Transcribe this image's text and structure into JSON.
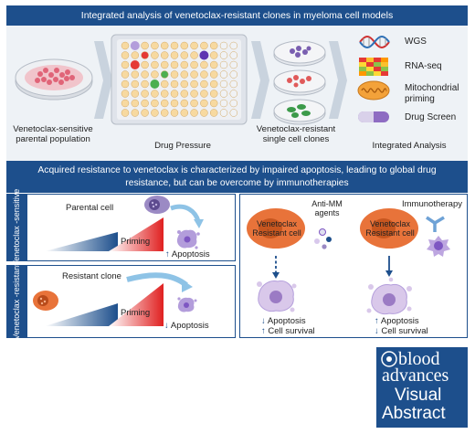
{
  "header": {
    "title": "Integrated analysis of venetoclax-resistant clones in myeloma cell models"
  },
  "workflow": {
    "parental_label": "Venetoclax-sensitive parental population",
    "pressure_label": "Drug Pressure",
    "clones_label": "Venetoclax-resistant single cell clones",
    "analysis_label": "Integrated Analysis"
  },
  "legend": {
    "items": [
      {
        "label": "WGS"
      },
      {
        "label": "RNA-seq"
      },
      {
        "label": "Mitochondrial priming"
      },
      {
        "label": "Drug Screen"
      }
    ]
  },
  "conclusion": {
    "text": "Acquired resistance to venetoclax is characterized by impaired apoptosis, leading to global drug resistance, but can be overcome by immunotherapies"
  },
  "sensitive_panel": {
    "side_label": "Venetoclax -sensitive",
    "cell_label": "Parental cell",
    "priming_label": "Priming",
    "apoptosis_label": "Apoptosis",
    "apoptosis_arrow": "↑"
  },
  "resistant_panel": {
    "side_label": "Venetoclax -resistant",
    "cell_label": "Resistant clone",
    "priming_label": "Priming",
    "apoptosis_label": "Apoptosis",
    "apoptosis_arrow": "↓"
  },
  "treatment_panel": {
    "antimm_label": "Anti-MM agents",
    "immuno_label": "Immunotherapy",
    "cell1_label": "Venetoclax Resistant cell",
    "cell2_label": "Venetoclax Resistant cell",
    "left_outcomes": [
      {
        "arrow": "↓",
        "text": "Apoptosis"
      },
      {
        "arrow": "↑",
        "text": "Cell survival"
      }
    ],
    "right_outcomes": [
      {
        "arrow": "↑",
        "text": "Apoptosis"
      },
      {
        "arrow": "↓",
        "text": "Cell survival"
      }
    ]
  },
  "logo": {
    "line1": "blood",
    "line2": "advances",
    "line3": "Visual",
    "line4": "Abstract"
  },
  "colors": {
    "brand_blue": "#1d4f8c",
    "priming_red": "#e02020",
    "cell_purple": "#9b8ac4",
    "cell_orange": "#e8733a"
  }
}
